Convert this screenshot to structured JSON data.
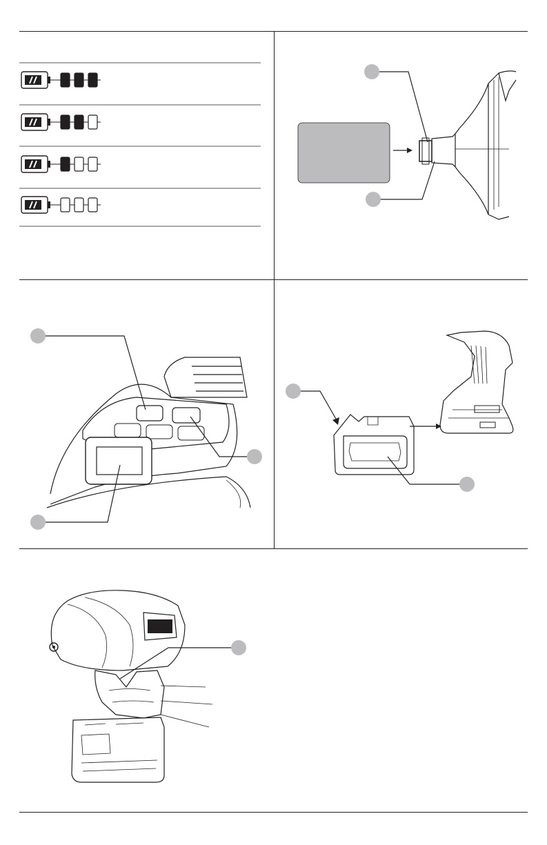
{
  "page": {
    "figures": [
      {
        "id": "battery-fuel-gauge",
        "label": ""
      },
      {
        "id": "anvil-socket-detail",
        "label": ""
      },
      {
        "id": "control-panel-detail",
        "label": ""
      },
      {
        "id": "battery-pack-attach",
        "label": ""
      },
      {
        "id": "tool-grip-hand",
        "label": ""
      }
    ],
    "fuel_gauge": {
      "rows": [
        {
          "filled_segments": 3,
          "total_segments": 3
        },
        {
          "filled_segments": 2,
          "total_segments": 3
        },
        {
          "filled_segments": 1,
          "total_segments": 3
        },
        {
          "filled_segments": 0,
          "total_segments": 3
        }
      ]
    },
    "callouts": {
      "anvil_top": "",
      "anvil_bottom": "",
      "panel_top": "",
      "panel_right": "",
      "panel_bottom": "",
      "pack_left": "",
      "pack_bottom": "",
      "grip": ""
    },
    "colors": {
      "ink": "#231f20",
      "callout_grey": "#bcbcbe",
      "socket_grey": "#bcbcbe"
    }
  }
}
